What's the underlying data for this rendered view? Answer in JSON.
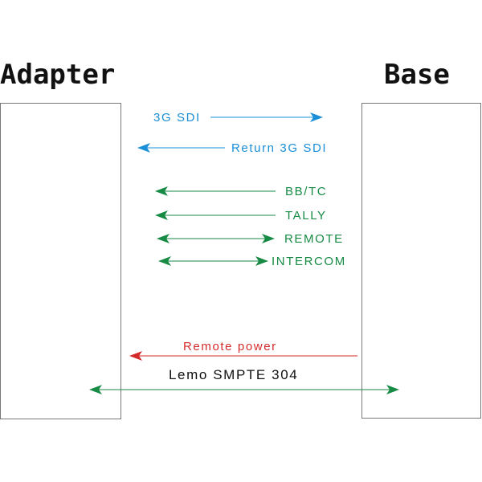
{
  "titles": {
    "left": "Adapter",
    "right": "Base"
  },
  "colors": {
    "video": "#1a8fd8",
    "control": "#178a44",
    "power": "#d42a2a",
    "text": "#111111"
  },
  "signals": [
    {
      "label": "3G SDI",
      "direction": "adapter-to-base",
      "color": "blue"
    },
    {
      "label": "Return 3G SDI",
      "direction": "base-to-adapter",
      "color": "blue"
    },
    {
      "label": "BB/TC",
      "direction": "base-to-adapter",
      "color": "green"
    },
    {
      "label": "TALLY",
      "direction": "base-to-adapter",
      "color": "green"
    },
    {
      "label": "REMOTE",
      "direction": "bidirectional",
      "color": "green"
    },
    {
      "label": "INTERCOM",
      "direction": "bidirectional",
      "color": "green"
    },
    {
      "label": "Remote power",
      "direction": "base-to-adapter",
      "color": "red"
    }
  ],
  "cable": {
    "label": "Lemo SMPTE 304",
    "direction": "bidirectional",
    "color": "green"
  }
}
